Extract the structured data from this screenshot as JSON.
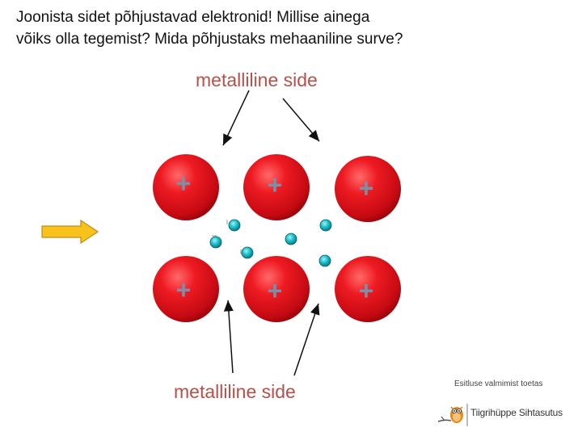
{
  "question": {
    "line1": "Joonista sidet põhjustavad elektronid! Millise ainega",
    "line2": "võiks olla tegemist? Mida põhjustaks mehaaniline surve?"
  },
  "labels": {
    "top": "metalliline side",
    "bottom": "metalliline side"
  },
  "ion_symbol": "+",
  "footer": {
    "credit": "Esitluse valmimist toetas",
    "organization": "Tiigrihüppe Sihtasutus"
  },
  "colors": {
    "ion": "#d8101a",
    "electron": "#12b8c4",
    "arrow_fill": "#f8c21c",
    "label": "#b5514a"
  },
  "icons": [
    "right-arrow-icon",
    "owl-logo-icon"
  ]
}
